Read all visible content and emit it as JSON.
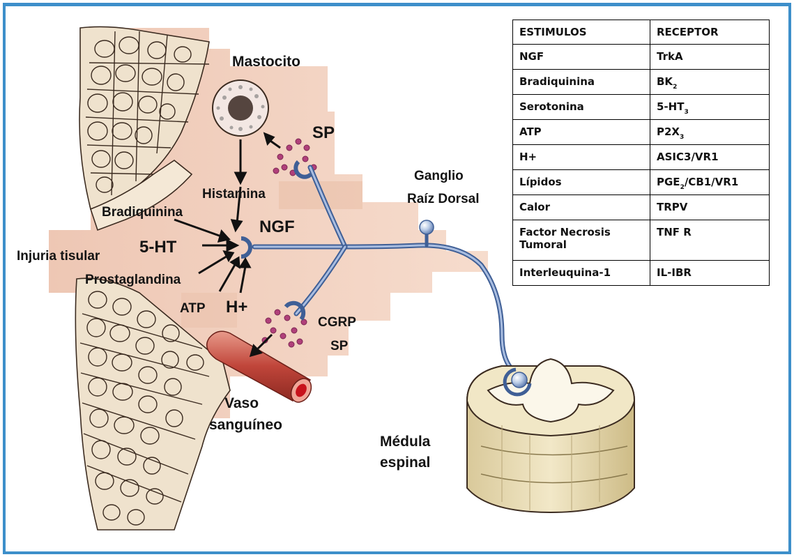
{
  "diagram": {
    "labels": {
      "mastocito": "Mastocito",
      "sp_top": "SP",
      "ganglio_line1": "Ganglio",
      "ganglio_line2": "Raíz Dorsal",
      "histamina": "Histamina",
      "bradiquinina": "Bradiquinina",
      "ngf": "NGF",
      "five_ht": "5-HT",
      "injuria": "Injuria tisular",
      "prostaglandina": "Prostaglandina",
      "atp": "ATP",
      "h_plus": "H+",
      "cgrp": "CGRP",
      "sp_bottom": "SP",
      "vaso_line1": "Vaso",
      "vaso_line2": "sanguíneo",
      "medula_line1": "Médula",
      "medula_line2": "espinal"
    }
  },
  "table": {
    "headers": [
      "ESTIMULOS",
      "RECEPTOR"
    ],
    "rows": [
      {
        "stimulus": "NGF",
        "receptor": "TrkA",
        "sub": ""
      },
      {
        "stimulus": "Bradiquinina",
        "receptor": "BK",
        "sub": "2"
      },
      {
        "stimulus": "Serotonina",
        "receptor": "5-HT",
        "sub": "3"
      },
      {
        "stimulus": "ATP",
        "receptor": "P2X",
        "sub": "3"
      },
      {
        "stimulus": "H+",
        "receptor": "ASIC3/VR1",
        "sub": ""
      },
      {
        "stimulus": "Lípidos",
        "receptor": "PGE",
        "sub": "2",
        "receptor_rest": "/CB1/VR1"
      },
      {
        "stimulus": "Calor",
        "receptor": "TRPV",
        "sub": ""
      },
      {
        "stimulus": "Factor Necrosis Tumoral",
        "receptor": "TNF R",
        "sub": ""
      },
      {
        "stimulus": "Interleuquina-1",
        "receptor": "IL-IBR",
        "sub": ""
      }
    ]
  },
  "colors": {
    "frame": "#3d8fca",
    "tissue": "#f1d1c0",
    "tissue_dark": "#e4b8a2",
    "nerve": "#6f8fc0",
    "vessel": "#b83a2e",
    "vesicle": "#b0407a",
    "spinal_cord": "#efe5c6"
  }
}
